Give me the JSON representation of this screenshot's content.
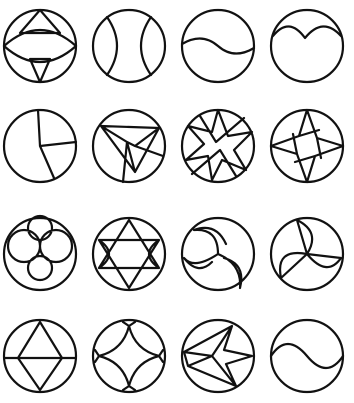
{
  "figure": {
    "background": "#ffffff",
    "stroke_color": "#111111",
    "rows": 4,
    "columns": 4,
    "tiles": [
      "lens-with-triangles",
      "two-opposed-arcs",
      "s-curve-divide",
      "heart-arc",
      "three-radii",
      "triangle-with-spokes",
      "nine-point-star",
      "four-point-star-swirl",
      "four-circles-flower",
      "hexagram-variant",
      "triple-swirl",
      "triangle-swirl-pinwheel",
      "triangle-over-diamond",
      "curved-diamond-with-tabs",
      "pentagram-star",
      "yin-yang-s-curve"
    ]
  }
}
